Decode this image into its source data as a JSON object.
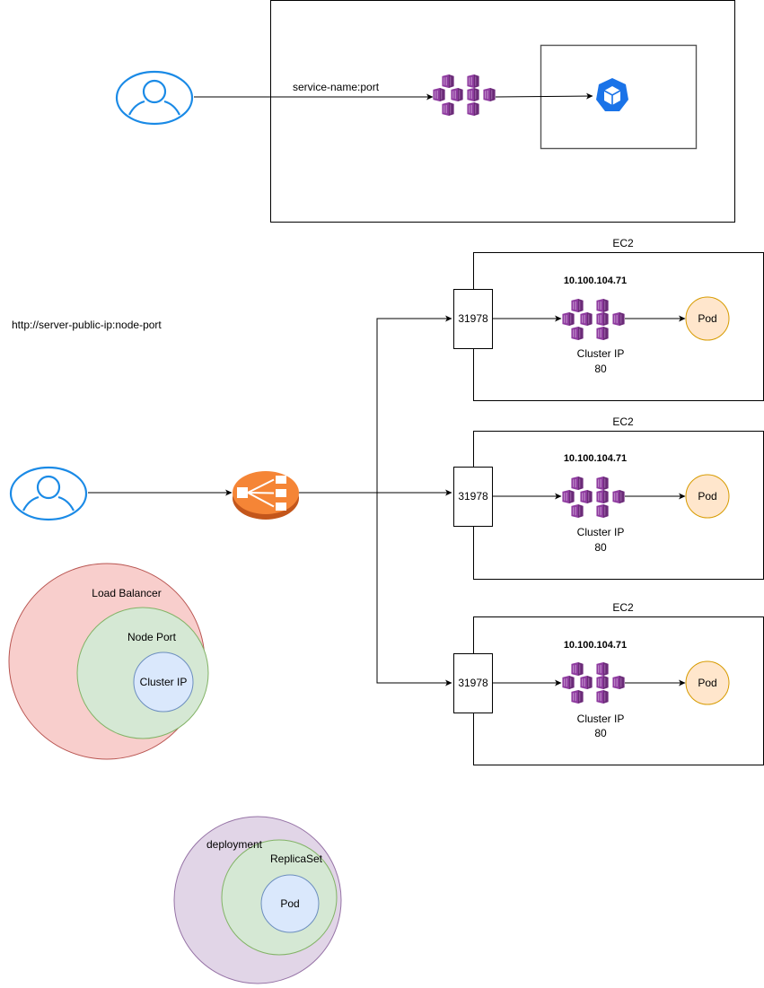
{
  "top_section": {
    "connection_label": "service-name:port"
  },
  "nodeport_section": {
    "url_label": "http://server-public-ip:node-port",
    "ec2_nodes": [
      {
        "title": "EC2",
        "port": "31978",
        "ip": "10.100.104.71",
        "service_type": "Cluster IP",
        "service_port": "80",
        "pod": "Pod"
      },
      {
        "title": "EC2",
        "port": "31978",
        "ip": "10.100.104.71",
        "service_type": "Cluster IP",
        "service_port": "80",
        "pod": "Pod"
      },
      {
        "title": "EC2",
        "port": "31978",
        "ip": "10.100.104.71",
        "service_type": "Cluster IP",
        "service_port": "80",
        "pod": "Pod"
      }
    ]
  },
  "service_types_venn": {
    "outer": "Load Balancer",
    "middle": "Node Port",
    "inner": "Cluster IP"
  },
  "deployment_venn": {
    "outer": "deployment",
    "middle": "ReplicaSet",
    "inner": "Pod"
  },
  "colors": {
    "user_icon": "#1a8ae6",
    "service_icon": "#8e3b9f",
    "kube_pod_icon": "#1a73e8",
    "load_balancer": "#f58536",
    "pod_fill": "#ffe6cc",
    "pod_stroke": "#d79b00",
    "lb_fill": "#f8cecc",
    "lb_stroke": "#b85450",
    "green_fill": "#d5e8d4",
    "green_stroke": "#82b366",
    "blue_fill": "#dae8fc",
    "blue_stroke": "#6c8ebf",
    "purple_fill": "#e1d5e7",
    "purple_stroke": "#9673a6"
  }
}
